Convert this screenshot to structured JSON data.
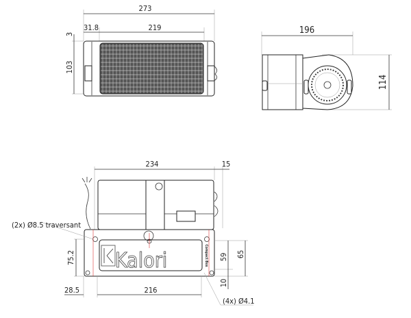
{
  "top_view": {
    "dim_total": "273",
    "dim_offset": "31.8",
    "dim_grid": "219",
    "dim_gap": "3",
    "dim_height": "103"
  },
  "side_view": {
    "dim_depth": "196",
    "dim_height": "114"
  },
  "front_view": {
    "dim_width": "234",
    "dim_side": "15",
    "hole_note": "(2x) Ø8.5 traversant",
    "dim_plate_height": "75.2",
    "dim_59": "59",
    "dim_65": "65",
    "dim_10": "10",
    "dim_left": "28.5",
    "dim_holes": "216",
    "foot_note": "(4x) Ø4.1",
    "logo_text": "Kalori",
    "model_text": "Compact Box"
  }
}
